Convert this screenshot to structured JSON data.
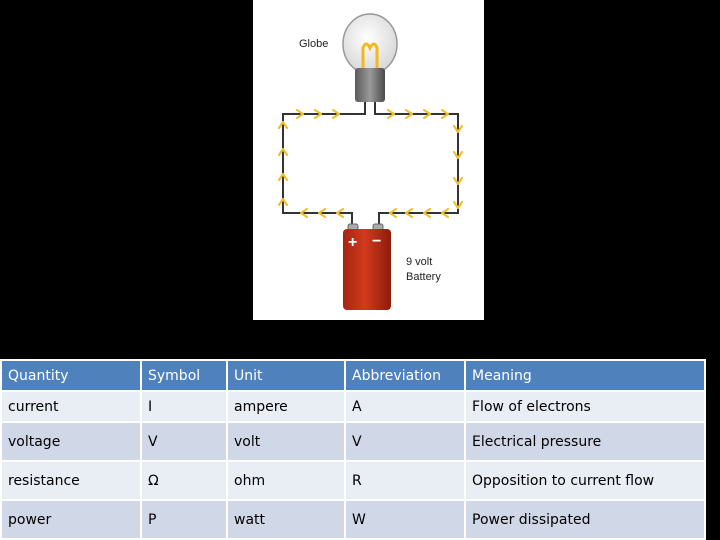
{
  "diagram": {
    "bulb_label": "Globe",
    "battery_label_line1": "9 volt",
    "battery_label_line2": "Battery",
    "battery_plus": "+",
    "battery_minus": "−",
    "colors": {
      "wire": "#333333",
      "arrow": "#f0c030",
      "battery": "#c0301c",
      "bulb_base": "#6e6e6e"
    }
  },
  "table": {
    "headers": [
      "Quantity",
      "Symbol",
      "Unit",
      "Abbreviation",
      "Meaning"
    ],
    "rows": [
      [
        "current",
        "I",
        "ampere",
        "A",
        "Flow of electrons"
      ],
      [
        "voltage",
        "V",
        "volt",
        "V",
        "Electrical pressure"
      ],
      [
        "resistance",
        "Ω",
        "ohm",
        "R",
        "Opposition to current flow"
      ],
      [
        "power",
        "P",
        "watt",
        "W",
        "Power dissipated"
      ]
    ]
  }
}
